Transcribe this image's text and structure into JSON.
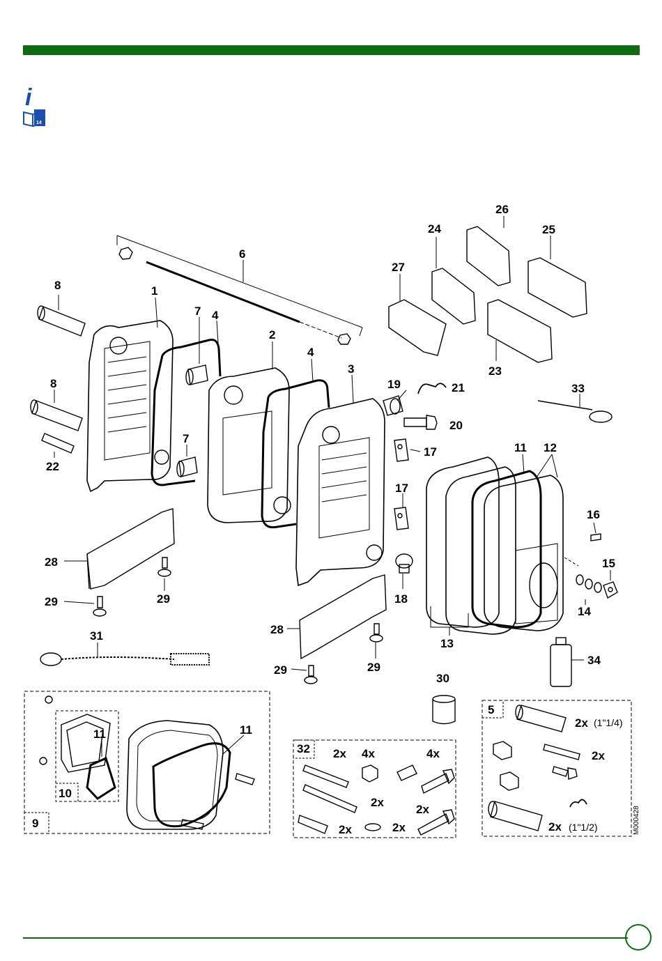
{
  "colors": {
    "accent": "#0e6b12",
    "info_blue": "#1a4fb0"
  },
  "icons": {
    "info": "info-manual-icon"
  },
  "info_badge": "14",
  "drawing_code": "M000428",
  "callouts": [
    {
      "id": "c6",
      "text": "6"
    },
    {
      "id": "c8a",
      "text": "8"
    },
    {
      "id": "c1",
      "text": "1"
    },
    {
      "id": "c7a",
      "text": "7"
    },
    {
      "id": "c4a",
      "text": "4"
    },
    {
      "id": "c2",
      "text": "2"
    },
    {
      "id": "c4b",
      "text": "4"
    },
    {
      "id": "c3",
      "text": "3"
    },
    {
      "id": "c8b",
      "text": "8"
    },
    {
      "id": "c7b",
      "text": "7"
    },
    {
      "id": "c22",
      "text": "22"
    },
    {
      "id": "c28a",
      "text": "28"
    },
    {
      "id": "c29a",
      "text": "29"
    },
    {
      "id": "c29b",
      "text": "29"
    },
    {
      "id": "c31",
      "text": "31"
    },
    {
      "id": "c28b",
      "text": "28"
    },
    {
      "id": "c29c",
      "text": "29"
    },
    {
      "id": "c29d",
      "text": "29"
    },
    {
      "id": "c19",
      "text": "19"
    },
    {
      "id": "c21",
      "text": "21"
    },
    {
      "id": "c20",
      "text": "20"
    },
    {
      "id": "c17a",
      "text": "17"
    },
    {
      "id": "c17b",
      "text": "17"
    },
    {
      "id": "c18",
      "text": "18"
    },
    {
      "id": "c24",
      "text": "24"
    },
    {
      "id": "c26",
      "text": "26"
    },
    {
      "id": "c25",
      "text": "25"
    },
    {
      "id": "c27",
      "text": "27"
    },
    {
      "id": "c23",
      "text": "23"
    },
    {
      "id": "c33",
      "text": "33"
    },
    {
      "id": "c11a",
      "text": "11"
    },
    {
      "id": "c12",
      "text": "12"
    },
    {
      "id": "c16",
      "text": "16"
    },
    {
      "id": "c15",
      "text": "15"
    },
    {
      "id": "c14",
      "text": "14"
    },
    {
      "id": "c13",
      "text": "13"
    },
    {
      "id": "c34",
      "text": "34"
    },
    {
      "id": "c30",
      "text": "30"
    },
    {
      "id": "c11b",
      "text": "11"
    },
    {
      "id": "c11c",
      "text": "11"
    },
    {
      "id": "c10",
      "text": "10"
    },
    {
      "id": "c9",
      "text": "9"
    },
    {
      "id": "c32",
      "text": "32"
    },
    {
      "id": "c5",
      "text": "5"
    }
  ],
  "quantities": [
    {
      "id": "q1",
      "text": "2x"
    },
    {
      "id": "q2",
      "text": "4x"
    },
    {
      "id": "q3",
      "text": "4x"
    },
    {
      "id": "q4",
      "text": "2x"
    },
    {
      "id": "q5",
      "text": "2x"
    },
    {
      "id": "q6",
      "text": "2x"
    },
    {
      "id": "q7",
      "text": "2x"
    },
    {
      "id": "q8",
      "text": "2x"
    },
    {
      "id": "q9",
      "text": "2x"
    },
    {
      "id": "q10",
      "text": "2x"
    }
  ],
  "sizes": [
    {
      "id": "s1",
      "text": "(1\"1/4)"
    },
    {
      "id": "s2",
      "text": "(1\"1/2)"
    }
  ]
}
